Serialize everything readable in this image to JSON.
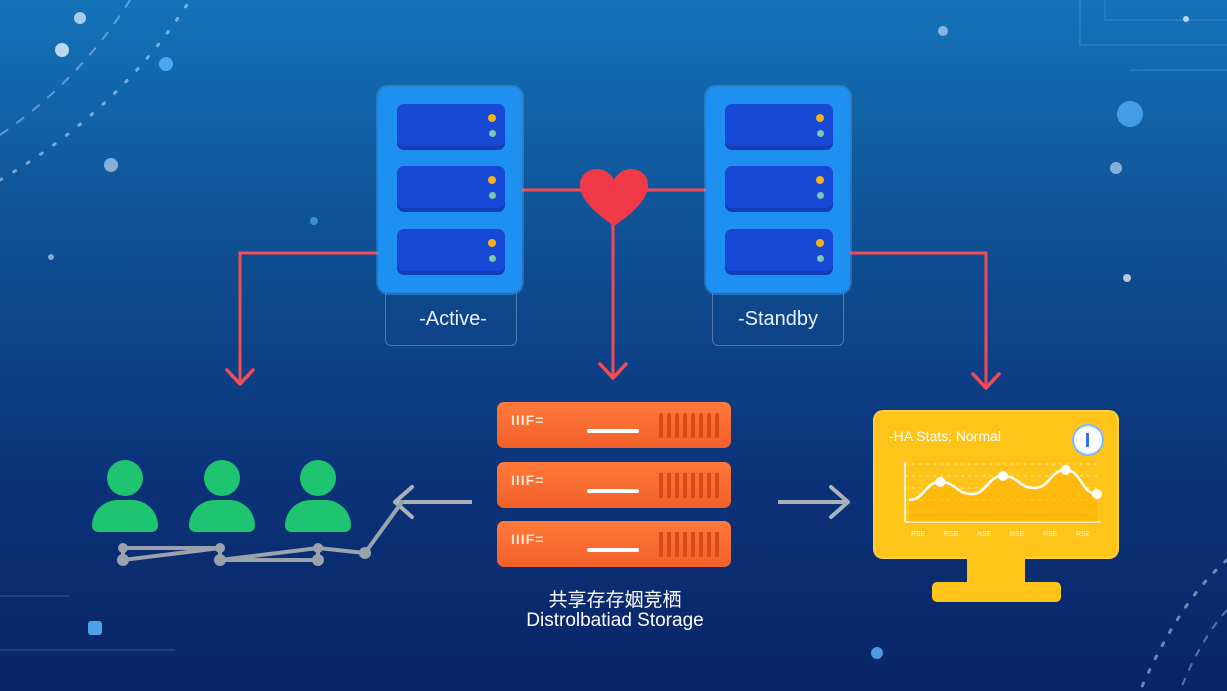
{
  "nodes": {
    "active": {
      "label": "-Active-"
    },
    "standby": {
      "label": "-Standby"
    }
  },
  "storage": {
    "caption_zh": "共享存存姻竞栖",
    "caption_en": "Distrolbatiad Storage",
    "unit_label": "IIIF=",
    "unit_count": 3
  },
  "monitor": {
    "title": "-HA Stats: Normal",
    "chart_points": [
      2,
      5,
      3,
      6,
      4,
      7,
      3
    ],
    "axis_tick_labels": [
      "RSE",
      "RSE",
      "RSE",
      "RSE",
      "RSE",
      "RSE"
    ]
  },
  "users": {
    "count": 3
  },
  "colors": {
    "background_top": "#1473b8",
    "background_bottom": "#0a2567",
    "server": "#1e90f2",
    "server_unit": "#1748d6",
    "heartbeat": "#f24b55",
    "connector": "#f24b55",
    "storage": "#f2602a",
    "monitor": "#ffc41a",
    "user": "#1fc471",
    "user_link": "#9aa3ad"
  },
  "icons": {
    "heartbeat": "heart-icon",
    "info": "info-icon",
    "arrow_left": "arrow-left-icon",
    "arrow_right": "arrow-right-icon"
  }
}
